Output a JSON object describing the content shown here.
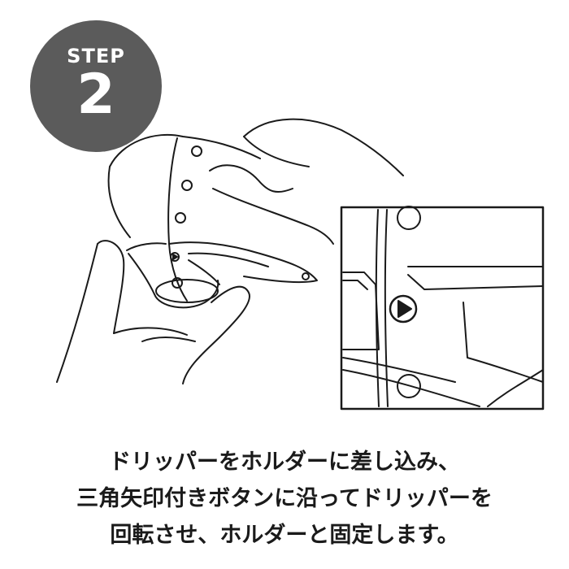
{
  "step": {
    "label": "STEP",
    "number": "2"
  },
  "instruction": {
    "lines": [
      "ドリッパーをホルダーに差し込み、",
      "三角矢印付きボタンに沿ってドリッパーを",
      "回転させ、ホルダーと固定します。"
    ]
  },
  "colors": {
    "badge": "#5b5b5b",
    "line": "#1a1a1a"
  }
}
